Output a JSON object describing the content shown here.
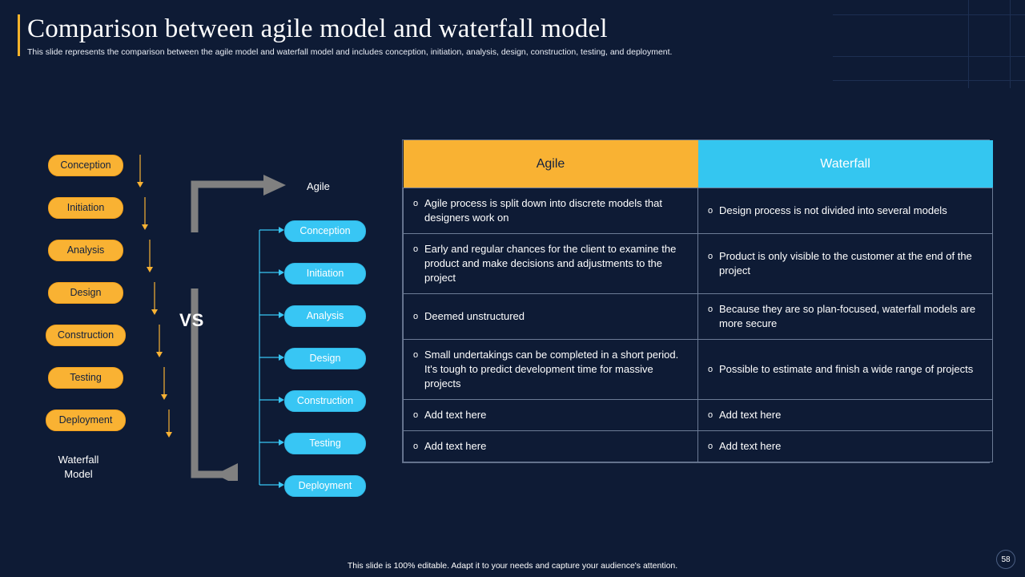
{
  "slide": {
    "title": "Comparison between agile model and waterfall model",
    "subtitle": "This slide represents the comparison between the agile model and waterfall model and includes conception, initiation, analysis, design, construction, testing, and deployment.",
    "footer": "This slide is 100% editable. Adapt it to your needs and capture your audience's attention.",
    "page_number": "58"
  },
  "diagram": {
    "vs_label": "VS",
    "agile_label": "Agile",
    "waterfall_label": "Waterfall\nModel",
    "waterfall_label_line1": "Waterfall",
    "waterfall_label_line2": "Model",
    "waterfall_steps": [
      "Conception",
      "Initiation",
      "Analysis",
      "Design",
      "Construction",
      "Testing",
      "Deployment"
    ],
    "agile_steps": [
      "Conception",
      "Initiation",
      "Analysis",
      "Design",
      "Construction",
      "Testing",
      "Deployment"
    ],
    "colors": {
      "waterfall_pill": "#f9b233",
      "agile_pill": "#38c6f4",
      "arrow_gray": "#808080"
    }
  },
  "table": {
    "headers": [
      "Agile",
      "Waterfall"
    ],
    "bullet": "o",
    "rows": [
      {
        "agile": "Agile process is split down into discrete models that designers work on",
        "waterfall": "Design process is not divided into several models"
      },
      {
        "agile": "Early and regular chances for the client to examine the product and make decisions and adjustments to the project",
        "waterfall": "Product is only visible to the customer at the end of the project"
      },
      {
        "agile": "Deemed unstructured",
        "waterfall": "Because they are so plan-focused, waterfall models are more secure"
      },
      {
        "agile": "Small undertakings can be completed in a short period. It's tough to predict development time for massive projects",
        "waterfall": "Possible to estimate and finish a wide range of projects"
      },
      {
        "agile": "Add text here",
        "waterfall": "Add text here"
      },
      {
        "agile": "Add text here",
        "waterfall": "Add text here"
      }
    ]
  }
}
